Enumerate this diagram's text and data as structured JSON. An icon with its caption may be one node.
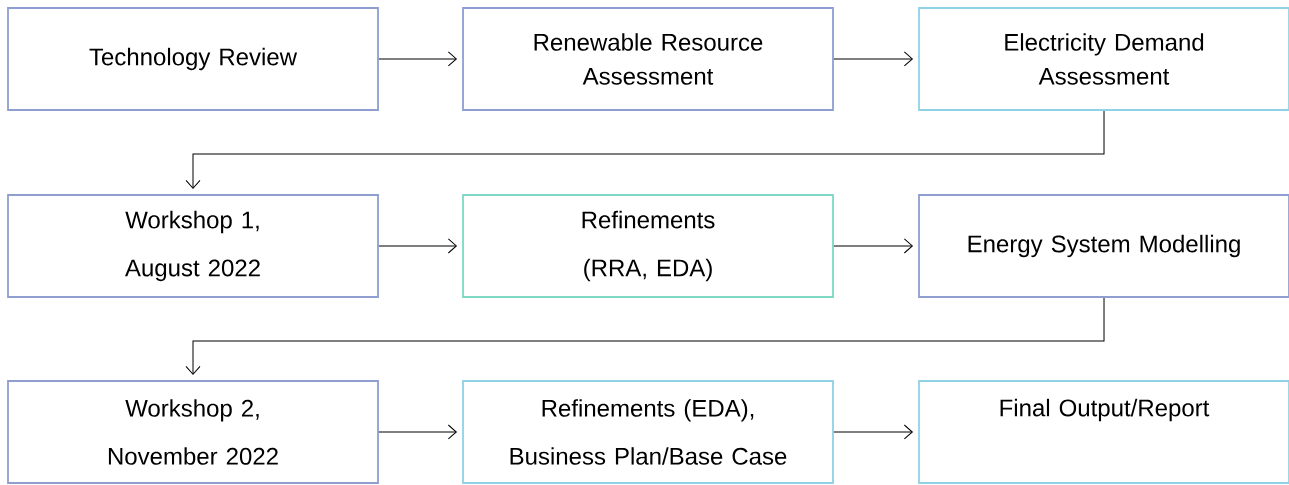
{
  "diagram": {
    "nodes": [
      {
        "text": [
          "Technology Review"
        ]
      },
      {
        "text": [
          "Renewable Resource Assessment"
        ]
      },
      {
        "text": [
          "Electricity Demand Assessment"
        ]
      },
      {
        "text": [
          "Workshop 1, August 2022"
        ]
      },
      {
        "text": [
          "Refinements (RRA, EDA)"
        ]
      },
      {
        "text": [
          "Energy System Modelling"
        ]
      },
      {
        "text": [
          "Workshop 2, November 2022"
        ]
      },
      {
        "text": [
          "Refinements (EDA), Business Plan/Base Case"
        ]
      },
      {
        "text": [
          "Final Output/Report"
        ]
      }
    ],
    "edges": [
      {
        "from": 0,
        "to": 1,
        "arrow": "to"
      },
      {
        "from": 1,
        "to": 2,
        "arrow": "to"
      },
      {
        "from": 2,
        "to": 3,
        "arrow": "to"
      },
      {
        "from": 3,
        "to": 4,
        "arrow": "to"
      },
      {
        "from": 4,
        "to": 5,
        "arrow": "to"
      },
      {
        "from": 5,
        "to": 6,
        "arrow": "to"
      },
      {
        "from": 6,
        "to": 7,
        "arrow": "to"
      },
      {
        "from": 7,
        "to": 8,
        "arrow": "to"
      }
    ]
  }
}
